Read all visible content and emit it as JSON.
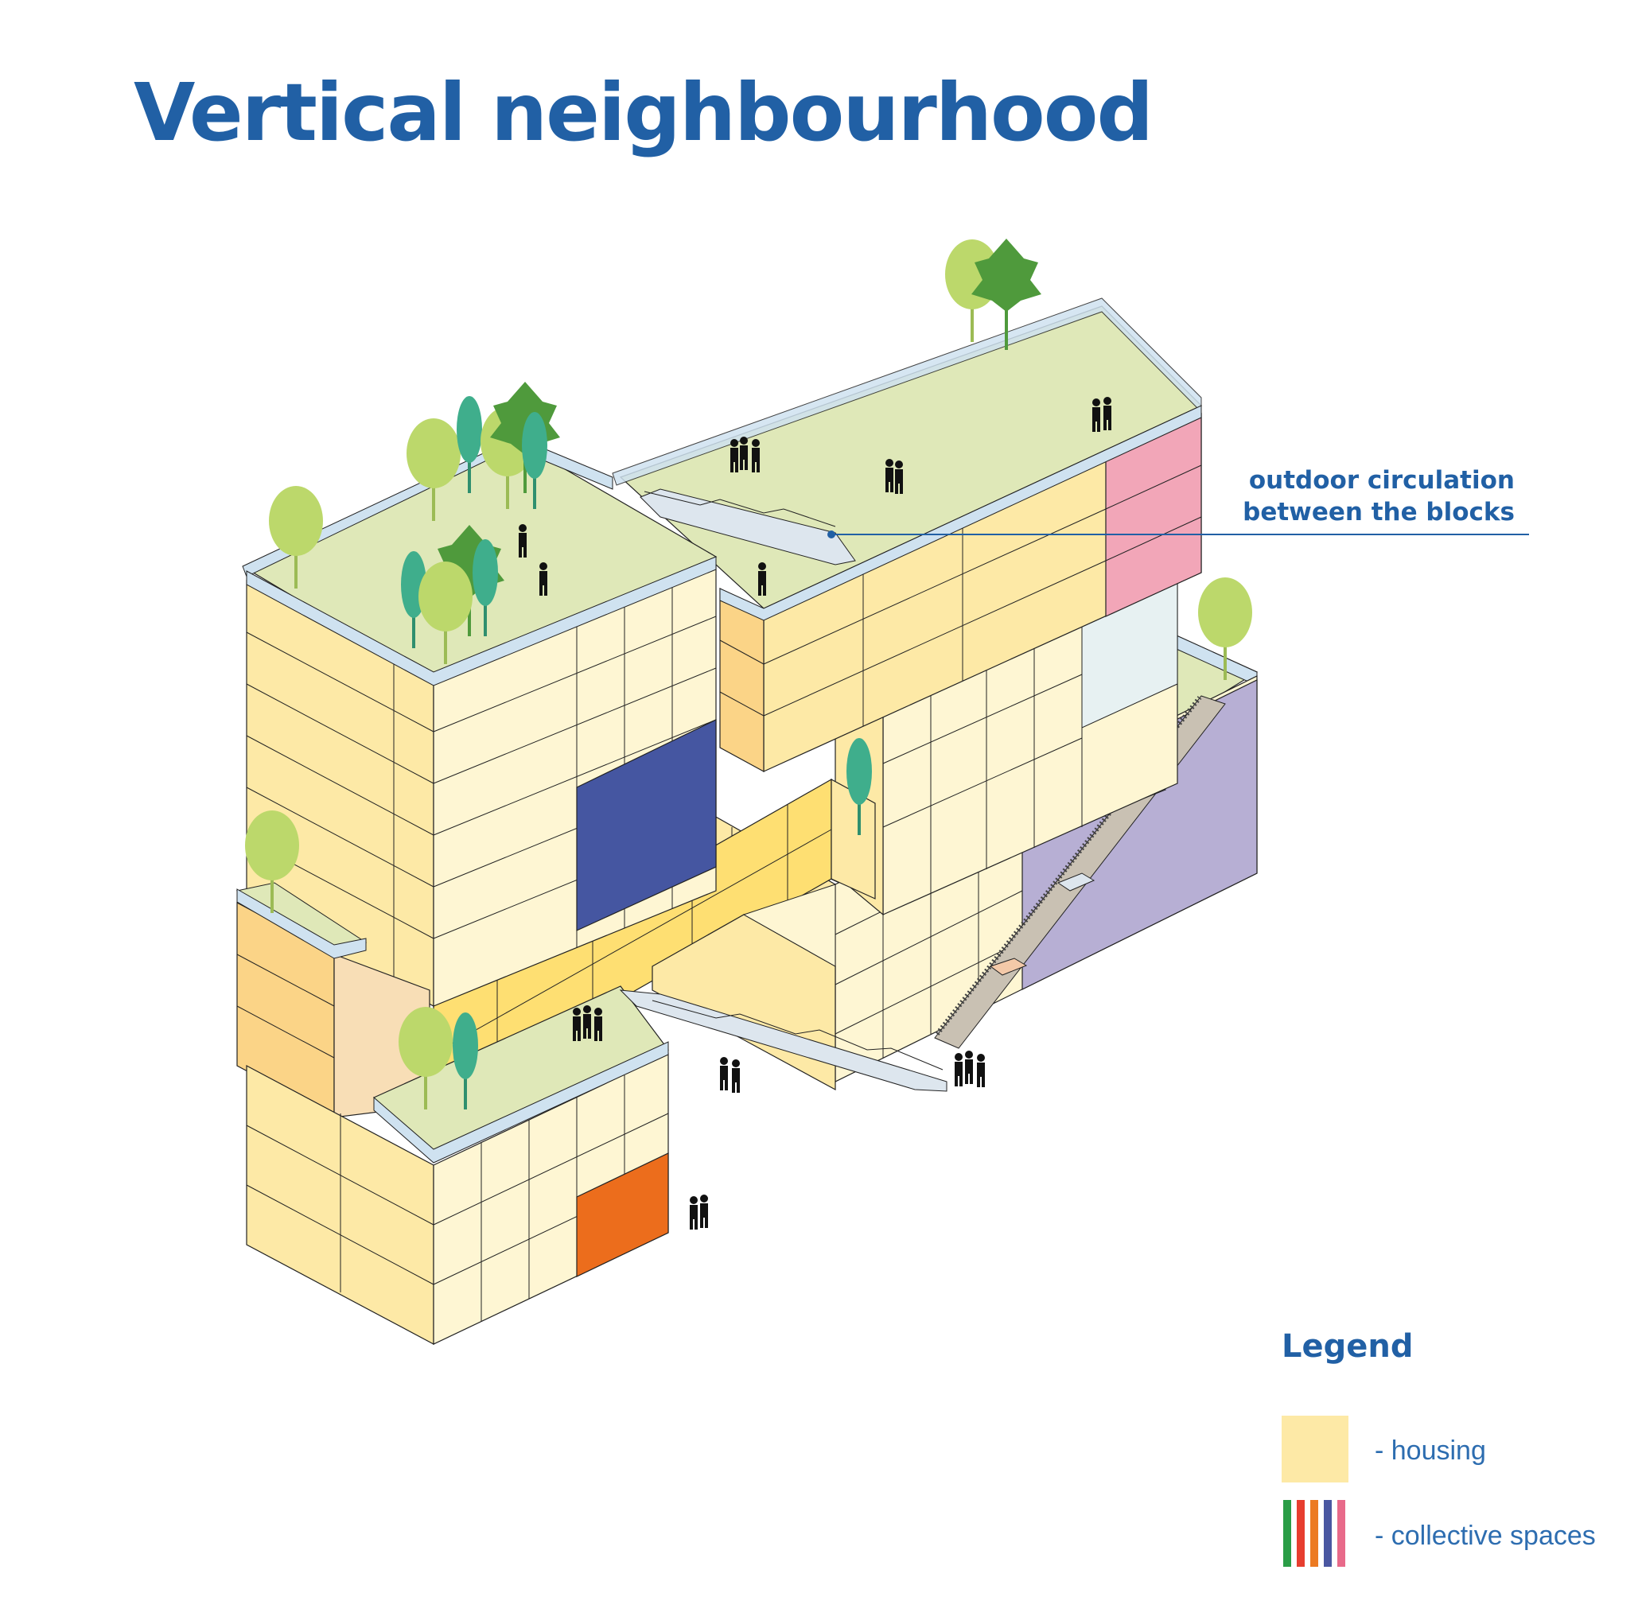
{
  "title": "Vertical neighbourhood",
  "callout": {
    "line1": "outdoor circulation",
    "line2": "between the blocks"
  },
  "legend": {
    "title": "Legend",
    "housing_label": "- housing",
    "collective_label": "- collective spaces",
    "housing_color": "#fde9a6",
    "collective_colors": [
      "#2a9d46",
      "#e73e2f",
      "#ec7a22",
      "#4a57a1",
      "#e86a8a"
    ]
  },
  "colors": {
    "title": "#2160a5",
    "housing": "#fde9a6",
    "housing_light": "#fef6d3",
    "housing_dark": "#fbd487",
    "roof": "#dfe8b8",
    "roof_edge": "#cfe2f0",
    "blue_space": "#4556a1",
    "pink_space": "#f2a6b8",
    "purple_space": "#b7afd4",
    "orange_space": "#ec6d1c",
    "tree_light": "#bcd86b",
    "tree_dark": "#4f9a3c",
    "tree_teal": "#3fae8c"
  }
}
